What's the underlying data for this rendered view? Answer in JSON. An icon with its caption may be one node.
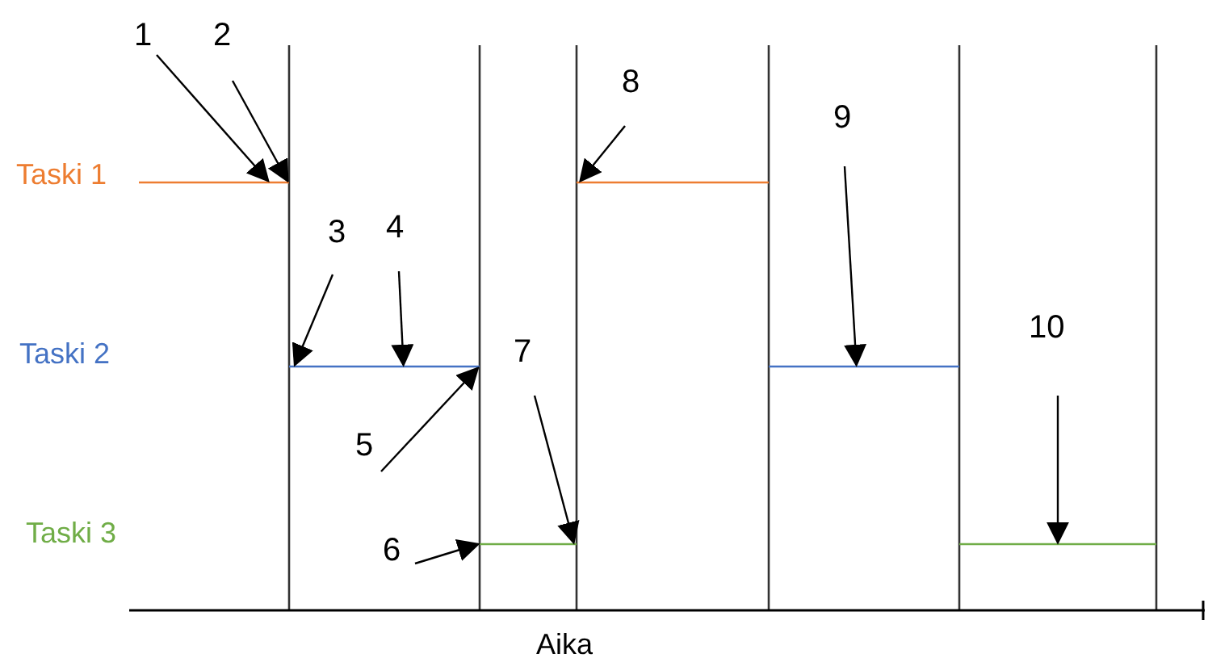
{
  "diagram": {
    "nodes": [
      {
        "text": [
          "1"
        ]
      },
      {
        "text": [
          "2"
        ]
      },
      {
        "text": [
          "3"
        ]
      },
      {
        "text": [
          "4"
        ]
      },
      {
        "text": [
          "5"
        ]
      },
      {
        "text": [
          "6"
        ]
      },
      {
        "text": [
          "7"
        ]
      },
      {
        "text": [
          "8"
        ]
      },
      {
        "text": [
          "9"
        ]
      },
      {
        "text": [
          "10"
        ]
      },
      {
        "text": [],
        "shape": "line"
      },
      {
        "text": [],
        "shape": "line"
      },
      {
        "text": [],
        "shape": "line"
      },
      {
        "text": [],
        "shape": "line"
      },
      {
        "text": [],
        "shape": "line"
      },
      {
        "text": [],
        "shape": "line"
      }
    ],
    "edges": [
      {
        "from": 0,
        "to": 10,
        "arrow": "to"
      },
      {
        "from": 1,
        "to": 10,
        "arrow": "to"
      },
      {
        "from": 2,
        "to": 11,
        "arrow": "to"
      },
      {
        "from": 3,
        "to": 11,
        "arrow": "to"
      },
      {
        "from": 4,
        "to": 11,
        "arrow": "to"
      },
      {
        "from": 5,
        "to": 12,
        "arrow": "to"
      },
      {
        "from": 6,
        "to": 12,
        "arrow": "to"
      },
      {
        "from": 7,
        "to": 13,
        "arrow": "to"
      },
      {
        "from": 8,
        "to": 14,
        "arrow": "to"
      },
      {
        "from": 9,
        "to": 15,
        "arrow": "to"
      }
    ],
    "labels": [
      "Taski 1",
      "Taski 2",
      "Taski 3",
      "Aika"
    ]
  }
}
